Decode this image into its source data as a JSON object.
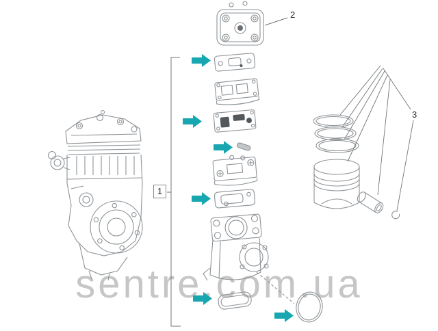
{
  "diagram": {
    "watermark": "sentre.com.ua",
    "callouts": [
      {
        "label": "1"
      },
      {
        "label": "2"
      },
      {
        "label": "3"
      }
    ],
    "colors": {
      "background": "#ffffff",
      "line": "#8d9296",
      "dark_detail": "#53585c",
      "arrow_teal": "#18a7b0",
      "watermark_gray": "#c6c6c6"
    },
    "icons": [
      {
        "name": "teal-right-arrow",
        "count": 6
      }
    ]
  }
}
